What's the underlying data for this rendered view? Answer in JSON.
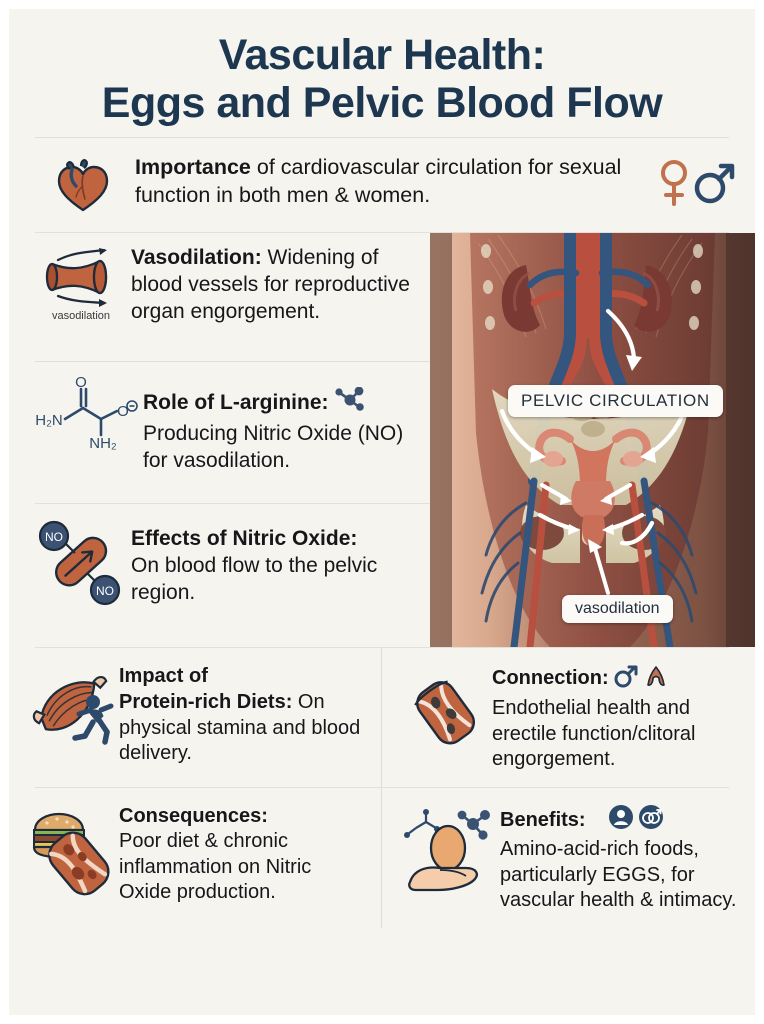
{
  "meta": {
    "background": "#f6f4ef",
    "title_color": "#1d3750",
    "body_color": "#17171a",
    "accent_navy": "#2d4a6b",
    "accent_terracotta": "#c0714e",
    "divider_color": "#e2e0da"
  },
  "title": {
    "line1": "Vascular Health:",
    "line2": "Eggs and Pelvic Blood Flow"
  },
  "rows": [
    {
      "id": "importance",
      "icon": "heart-icon",
      "lead": "Importance",
      "rest": " of cardiovascular circulation for sexual function in both men & women.",
      "trailing_icons": [
        "female-symbol-icon",
        "male-symbol-icon"
      ]
    },
    {
      "id": "vasodilation",
      "icon": "blood-vessel-dilation-icon",
      "icon_caption": "vasodilation",
      "lead": "Vasodilation:",
      "rest": " Widening of blood vessels for reproductive organ engorgement."
    },
    {
      "id": "l-arginine",
      "icon": "amino-acid-structure-icon",
      "lead": "Role of L-arginine:",
      "rest": " Producing Nitric Oxide (NO) for vasodilation.",
      "inline_icon": "molecule-icon"
    },
    {
      "id": "nitric-oxide",
      "icon": "nitric-oxide-vessel-icon",
      "lead": "Effects of Nitric Oxide:",
      "rest": " On blood flow to the pelvic region.",
      "badge_label": "NO"
    },
    {
      "id": "protein-diets",
      "icon": "muscle-runner-icon",
      "lead": "Impact of Protein-rich Diets:",
      "lead_line1": "Impact of",
      "lead_line2": "Protein-rich Diets:",
      "rest": " On physical stamina and blood delivery."
    },
    {
      "id": "connection",
      "icon": "artery-cross-section-icon",
      "lead": "Connection:",
      "rest": " Endothelial health and erectile function/clitoral engorgement.",
      "trailing_icons": [
        "male-symbol-icon",
        "clitoris-anatomy-icon"
      ]
    },
    {
      "id": "consequences",
      "icon": "burger-clogged-vessel-icon",
      "lead": "Consequences:",
      "rest": " Poor diet & chronic inflammation on Nitric Oxide production."
    },
    {
      "id": "benefits",
      "icon": "egg-in-hand-molecule-icon",
      "lead": "Benefits:",
      "rest": " Amino-acid-rich foods, particularly EGGS, for vascular health & intimacy.",
      "trailing_icons": [
        "person-badge-icon",
        "gender-pair-badge-icon"
      ]
    }
  ],
  "anatomy": {
    "alt": "pelvic vascular anatomy illustration",
    "labels": {
      "primary": "PELVIC CIRCULATION",
      "secondary": "vasodilation"
    }
  },
  "chem_labels": {
    "amine": "H",
    "amine_sub": "2",
    "amine_tail": "N",
    "oxygen": "O",
    "oxide": "O",
    "amide": "NH",
    "amide_sub": "2"
  }
}
